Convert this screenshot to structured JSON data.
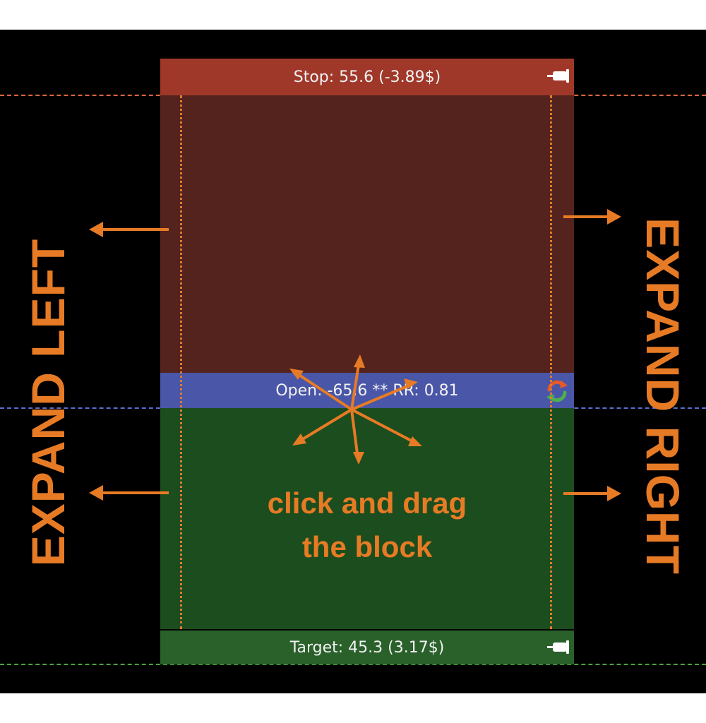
{
  "stop": {
    "label": "Stop: 55.6 (-3.89$)"
  },
  "open": {
    "label": "Open: -65.6 ** RR: 0.81"
  },
  "target": {
    "label": "Target: 45.3 (3.17$)"
  },
  "annotations": {
    "expand_left": "EXPAND LEFT",
    "expand_right": "EXPAND RIGHT",
    "drag_line1": "click and drag",
    "drag_line2": "the block"
  },
  "icons": {
    "stop_pin": "pin-icon",
    "target_pin": "pin-icon",
    "refresh": "refresh-icon"
  },
  "colors": {
    "stop": "#a0382a",
    "stop_zone": "#55231e",
    "open": "#4a56a7",
    "target": "#2a602a",
    "target_zone": "#1c4d1e",
    "annotation": "#e77b25"
  }
}
